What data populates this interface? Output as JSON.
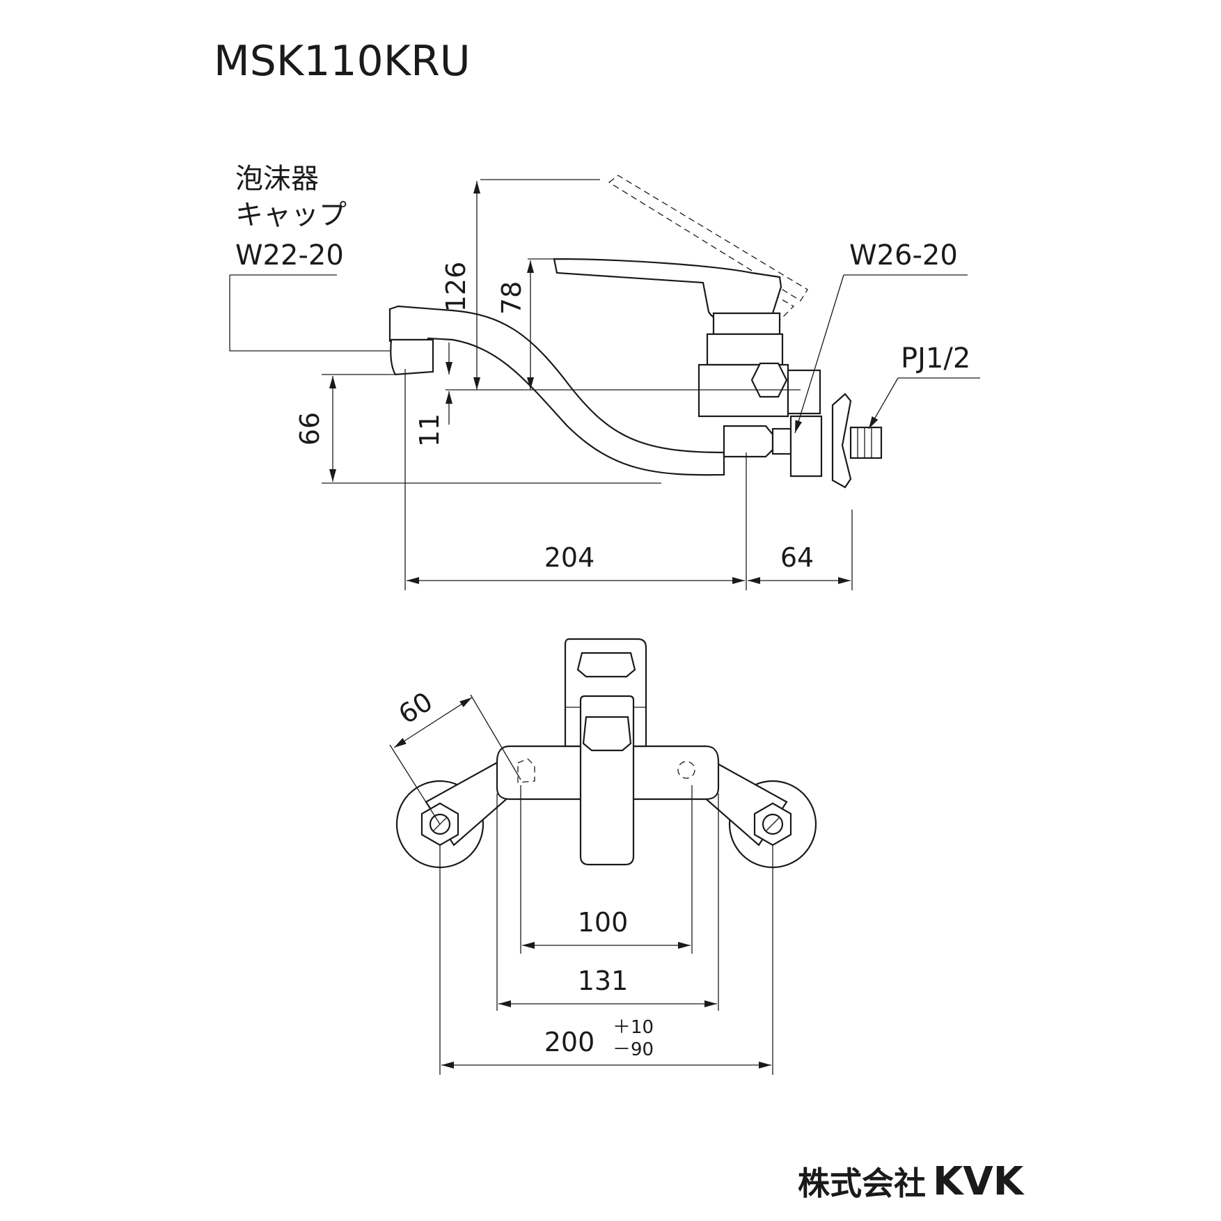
{
  "title": "MSK110KRU",
  "labels": {
    "aerator_line1": "泡沫器",
    "aerator_line2": "キャップ",
    "aerator_thread": "W22-20",
    "body_thread": "W26-20",
    "pipe_thread": "PJ1/2"
  },
  "dimensions": {
    "lever_height": "126",
    "lever_body_height": "78",
    "spout_height": "66",
    "spout_offset": "11",
    "spout_reach": "204",
    "wall_depth": "64",
    "mount_angle_dim": "60",
    "inner_span": "100",
    "body_width": "131",
    "center_distance": "200",
    "tolerance_plus": "＋10",
    "tolerance_minus": "－90"
  },
  "brand": {
    "company": "株式会社",
    "logo": "KVK"
  }
}
